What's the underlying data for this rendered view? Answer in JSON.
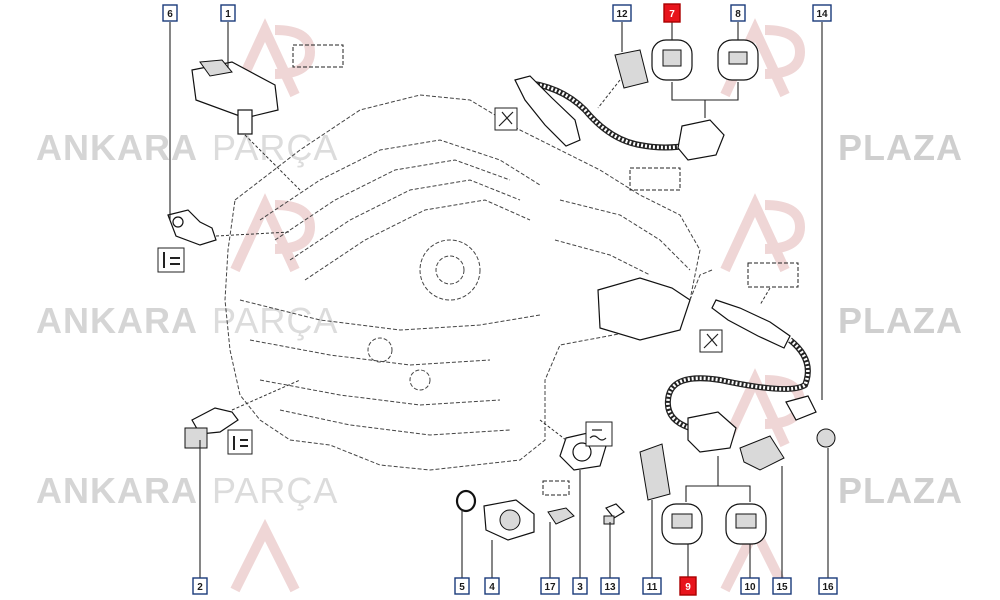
{
  "watermark": {
    "brand_a": "ANKARA",
    "brand_b": "PARÇA",
    "brand_c": "PLAZA",
    "color_light": "#d8d8d8",
    "color_bold": "#c9c9c9"
  },
  "callouts": [
    {
      "id": "c6",
      "label": "6",
      "highlight": false
    },
    {
      "id": "c1",
      "label": "1",
      "highlight": false
    },
    {
      "id": "c12",
      "label": "12",
      "highlight": false
    },
    {
      "id": "c7",
      "label": "7",
      "highlight": true
    },
    {
      "id": "c8",
      "label": "8",
      "highlight": false
    },
    {
      "id": "c14",
      "label": "14",
      "highlight": false
    },
    {
      "id": "c2",
      "label": "2",
      "highlight": false
    },
    {
      "id": "c5",
      "label": "5",
      "highlight": false
    },
    {
      "id": "c4",
      "label": "4",
      "highlight": false
    },
    {
      "id": "c17",
      "label": "17",
      "highlight": false
    },
    {
      "id": "c3",
      "label": "3",
      "highlight": false
    },
    {
      "id": "c13",
      "label": "13",
      "highlight": false
    },
    {
      "id": "c11",
      "label": "11",
      "highlight": false
    },
    {
      "id": "c9",
      "label": "9",
      "highlight": true
    },
    {
      "id": "c10",
      "label": "10",
      "highlight": false
    },
    {
      "id": "c15",
      "label": "15",
      "highlight": false
    },
    {
      "id": "c16",
      "label": "16",
      "highlight": false
    }
  ],
  "colors": {
    "highlight": "#e8141c",
    "callout_border": "#1a3a7a"
  }
}
